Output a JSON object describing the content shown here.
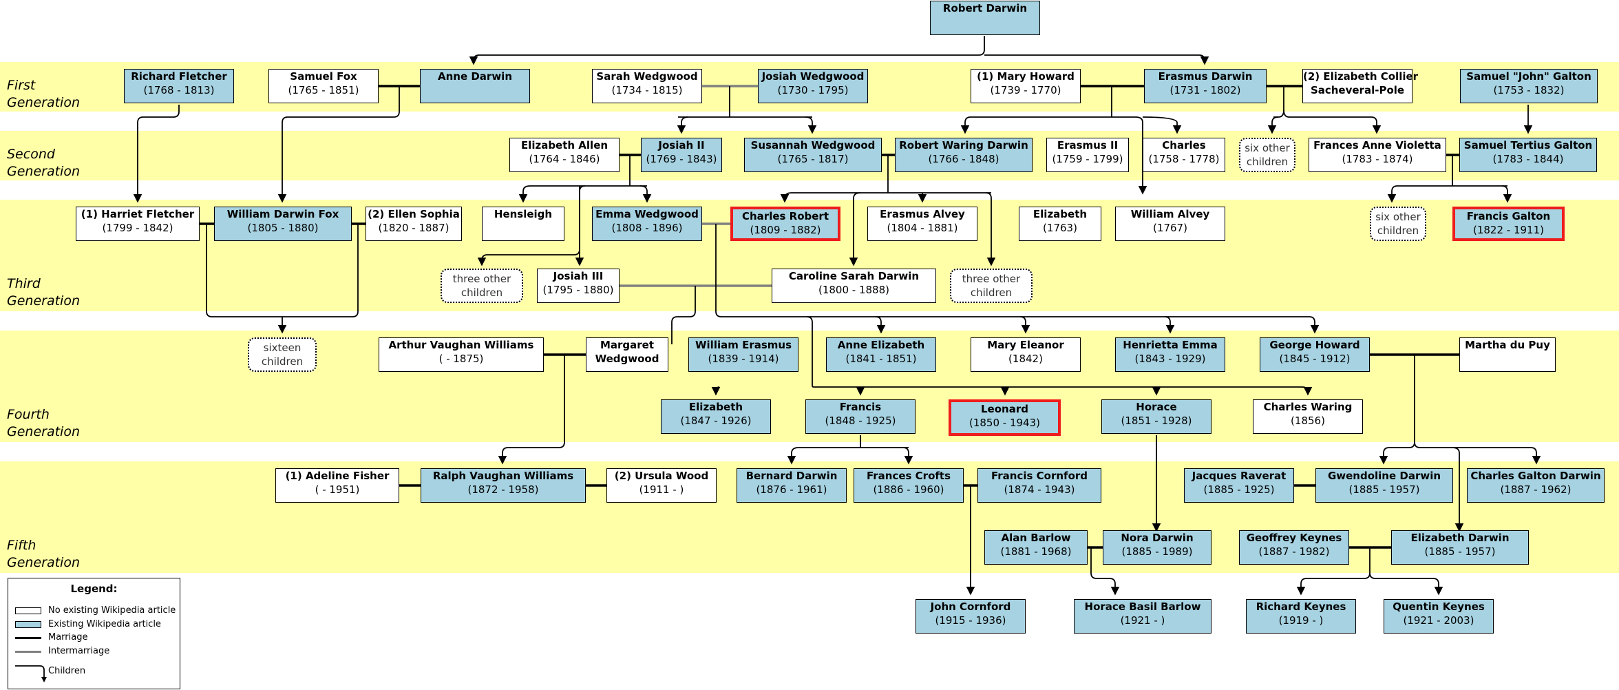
{
  "generations": [
    {
      "key": "g1",
      "label": "First\nGeneration"
    },
    {
      "key": "g2",
      "label": "Second\nGeneration"
    },
    {
      "key": "g3",
      "label": "Third\nGeneration"
    },
    {
      "key": "g4",
      "label": "Fourth\nGeneration"
    },
    {
      "key": "g5",
      "label": "Fifth\nGeneration"
    }
  ],
  "people": [
    {
      "id": "robert_darwin",
      "name": "Robert Darwin",
      "dates": "",
      "wiki": true,
      "highlight": false
    },
    {
      "id": "richard_fletcher",
      "name": "Richard Fletcher",
      "dates": "(1768 - 1813)",
      "wiki": true,
      "highlight": false
    },
    {
      "id": "samuel_fox",
      "name": "Samuel Fox",
      "dates": "(1765 - 1851)",
      "wiki": false,
      "highlight": false
    },
    {
      "id": "anne_darwin",
      "name": "Anne Darwin",
      "dates": "",
      "wiki": true,
      "highlight": false
    },
    {
      "id": "sarah_wedgwood",
      "name": "Sarah Wedgwood",
      "dates": "(1734 - 1815)",
      "wiki": false,
      "highlight": false
    },
    {
      "id": "josiah_wedgwood",
      "name": "Josiah Wedgwood",
      "dates": "(1730 - 1795)",
      "wiki": true,
      "highlight": false
    },
    {
      "id": "mary_howard",
      "name": "(1) Mary Howard",
      "dates": "(1739 - 1770)",
      "wiki": false,
      "highlight": false
    },
    {
      "id": "erasmus_darwin",
      "name": "Erasmus Darwin",
      "dates": "(1731 - 1802)",
      "wiki": true,
      "highlight": false
    },
    {
      "id": "elizabeth_collier",
      "name": "(2) Elizabeth Collier\nSacheveral-Pole",
      "dates": "",
      "wiki": false,
      "highlight": false
    },
    {
      "id": "samuel_john_galton",
      "name": "Samuel \"John\" Galton",
      "dates": "(1753 - 1832)",
      "wiki": true,
      "highlight": false
    },
    {
      "id": "elizabeth_allen",
      "name": "Elizabeth Allen",
      "dates": "(1764 - 1846)",
      "wiki": false,
      "highlight": false
    },
    {
      "id": "josiah_ii",
      "name": "Josiah II",
      "dates": "(1769 - 1843)",
      "wiki": true,
      "highlight": false
    },
    {
      "id": "susannah_wedgwood",
      "name": "Susannah Wedgwood",
      "dates": "(1765 - 1817)",
      "wiki": true,
      "highlight": false
    },
    {
      "id": "robert_waring_darwin",
      "name": "Robert Waring Darwin",
      "dates": "(1766 - 1848)",
      "wiki": true,
      "highlight": false
    },
    {
      "id": "erasmus_ii",
      "name": "Erasmus II",
      "dates": "(1759 - 1799)",
      "wiki": false,
      "highlight": false
    },
    {
      "id": "charles_1758",
      "name": "Charles",
      "dates": "(1758 - 1778)",
      "wiki": false,
      "highlight": false
    },
    {
      "id": "frances_anne_violetta",
      "name": "Frances Anne Violetta",
      "dates": "(1783 - 1874)",
      "wiki": false,
      "highlight": false
    },
    {
      "id": "samuel_tertius_galton",
      "name": "Samuel Tertius Galton",
      "dates": "(1783 - 1844)",
      "wiki": true,
      "highlight": false
    },
    {
      "id": "harriet_fletcher",
      "name": "(1) Harriet Fletcher",
      "dates": "(1799 - 1842)",
      "wiki": false,
      "highlight": false
    },
    {
      "id": "william_darwin_fox",
      "name": "William Darwin Fox",
      "dates": "(1805 - 1880)",
      "wiki": true,
      "highlight": false
    },
    {
      "id": "ellen_sophia",
      "name": "(2) Ellen Sophia",
      "dates": "(1820 - 1887)",
      "wiki": false,
      "highlight": false
    },
    {
      "id": "hensleigh",
      "name": "Hensleigh",
      "dates": "",
      "wiki": false,
      "highlight": false
    },
    {
      "id": "emma_wedgwood",
      "name": "Emma Wedgwood",
      "dates": "(1808 - 1896)",
      "wiki": true,
      "highlight": false
    },
    {
      "id": "charles_robert",
      "name": "Charles Robert",
      "dates": "(1809 - 1882)",
      "wiki": true,
      "highlight": true
    },
    {
      "id": "erasmus_alvey",
      "name": "Erasmus Alvey",
      "dates": "(1804 - 1881)",
      "wiki": false,
      "highlight": false
    },
    {
      "id": "elizabeth_1763",
      "name": "Elizabeth",
      "dates": "(1763)",
      "wiki": false,
      "highlight": false
    },
    {
      "id": "william_alvey",
      "name": "William Alvey",
      "dates": "(1767)",
      "wiki": false,
      "highlight": false
    },
    {
      "id": "francis_galton",
      "name": "Francis Galton",
      "dates": "(1822 - 1911)",
      "wiki": true,
      "highlight": true
    },
    {
      "id": "josiah_iii",
      "name": "Josiah III",
      "dates": "(1795 - 1880)",
      "wiki": false,
      "highlight": false
    },
    {
      "id": "caroline_sarah_darwin",
      "name": "Caroline Sarah Darwin",
      "dates": "(1800 - 1888)",
      "wiki": false,
      "highlight": false
    },
    {
      "id": "arthur_vaughan_williams",
      "name": "Arthur Vaughan Williams",
      "dates": "( - 1875)",
      "wiki": false,
      "highlight": false
    },
    {
      "id": "margaret_wedgwood",
      "name": "Margaret\nWedgwood",
      "dates": "",
      "wiki": false,
      "highlight": false
    },
    {
      "id": "william_erasmus",
      "name": "William Erasmus",
      "dates": "(1839 - 1914)",
      "wiki": true,
      "highlight": false
    },
    {
      "id": "anne_elizabeth",
      "name": "Anne Elizabeth",
      "dates": "(1841 - 1851)",
      "wiki": true,
      "highlight": false
    },
    {
      "id": "mary_eleanor",
      "name": "Mary Eleanor",
      "dates": "(1842)",
      "wiki": false,
      "highlight": false
    },
    {
      "id": "henrietta_emma",
      "name": "Henrietta Emma",
      "dates": "(1843 - 1929)",
      "wiki": true,
      "highlight": false
    },
    {
      "id": "george_howard",
      "name": "George Howard",
      "dates": "(1845 - 1912)",
      "wiki": true,
      "highlight": false
    },
    {
      "id": "martha_du_puy",
      "name": "Martha du Puy",
      "dates": "",
      "wiki": false,
      "highlight": false
    },
    {
      "id": "elizabeth_1847",
      "name": "Elizabeth",
      "dates": "(1847 - 1926)",
      "wiki": true,
      "highlight": false
    },
    {
      "id": "francis_1848",
      "name": "Francis",
      "dates": "(1848 - 1925)",
      "wiki": true,
      "highlight": false
    },
    {
      "id": "leonard",
      "name": "Leonard",
      "dates": "(1850 - 1943)",
      "wiki": true,
      "highlight": true
    },
    {
      "id": "horace",
      "name": "Horace",
      "dates": "(1851 - 1928)",
      "wiki": true,
      "highlight": false
    },
    {
      "id": "charles_waring",
      "name": "Charles Waring",
      "dates": "(1856)",
      "wiki": false,
      "highlight": false
    },
    {
      "id": "adeline_fisher",
      "name": "(1) Adeline Fisher",
      "dates": "( - 1951)",
      "wiki": false,
      "highlight": false
    },
    {
      "id": "ralph_vaughan_williams",
      "name": "Ralph Vaughan Williams",
      "dates": "(1872 - 1958)",
      "wiki": true,
      "highlight": false
    },
    {
      "id": "ursula_wood",
      "name": "(2) Ursula Wood",
      "dates": "(1911 - )",
      "wiki": false,
      "highlight": false
    },
    {
      "id": "bernard_darwin",
      "name": "Bernard Darwin",
      "dates": "(1876 - 1961)",
      "wiki": true,
      "highlight": false
    },
    {
      "id": "frances_crofts",
      "name": "Frances Crofts",
      "dates": "(1886 - 1960)",
      "wiki": true,
      "highlight": false
    },
    {
      "id": "francis_cornford",
      "name": "Francis Cornford",
      "dates": "(1874 - 1943)",
      "wiki": true,
      "highlight": false
    },
    {
      "id": "jacques_raverat",
      "name": "Jacques Raverat",
      "dates": "(1885 - 1925)",
      "wiki": true,
      "highlight": false
    },
    {
      "id": "gwendoline_darwin",
      "name": "Gwendoline Darwin",
      "dates": "(1885 - 1957)",
      "wiki": true,
      "highlight": false
    },
    {
      "id": "charles_galton_darwin",
      "name": "Charles Galton Darwin",
      "dates": "(1887 - 1962)",
      "wiki": true,
      "highlight": false
    },
    {
      "id": "alan_barlow",
      "name": "Alan Barlow",
      "dates": "(1881 - 1968)",
      "wiki": true,
      "highlight": false
    },
    {
      "id": "nora_darwin",
      "name": "Nora Darwin",
      "dates": "(1885 - 1989)",
      "wiki": true,
      "highlight": false
    },
    {
      "id": "geoffrey_keynes",
      "name": "Geoffrey Keynes",
      "dates": "(1887 - 1982)",
      "wiki": true,
      "highlight": false
    },
    {
      "id": "elizabeth_darwin",
      "name": "Elizabeth Darwin",
      "dates": "(1885 - 1957)",
      "wiki": true,
      "highlight": false
    },
    {
      "id": "john_cornford",
      "name": "John Cornford",
      "dates": "(1915 - 1936)",
      "wiki": true,
      "highlight": false
    },
    {
      "id": "horace_basil_barlow",
      "name": "Horace Basil Barlow",
      "dates": "(1921 - )",
      "wiki": true,
      "highlight": false
    },
    {
      "id": "richard_keynes",
      "name": "Richard Keynes",
      "dates": "(1919 - )",
      "wiki": true,
      "highlight": false
    },
    {
      "id": "quentin_keynes",
      "name": "Quentin Keynes",
      "dates": "(1921 - 2003)",
      "wiki": true,
      "highlight": false
    }
  ],
  "groups": [
    {
      "id": "six_other_children_1",
      "text": "six other\nchildren"
    },
    {
      "id": "six_other_children_2",
      "text": "six other\nchildren"
    },
    {
      "id": "three_other_children_1",
      "text": "three other\nchildren"
    },
    {
      "id": "three_other_children_2",
      "text": "three other\nchildren"
    },
    {
      "id": "sixteen_children",
      "text": "sixteen\nchildren"
    }
  ],
  "legend": {
    "title": "Legend:",
    "no_article": "No existing Wikipedia article",
    "existing_article": "Existing Wikipedia article",
    "marriage": "Marriage",
    "intermarriage": "Intermarriage",
    "children": "Children"
  },
  "colors": {
    "band": "#ffffa8",
    "wiki_box": "#a6d2e1",
    "plain_box": "#ffffff",
    "highlight_border": "#ee1c1c",
    "marriage_line": "#000000",
    "intermarriage_line": "#808080"
  }
}
